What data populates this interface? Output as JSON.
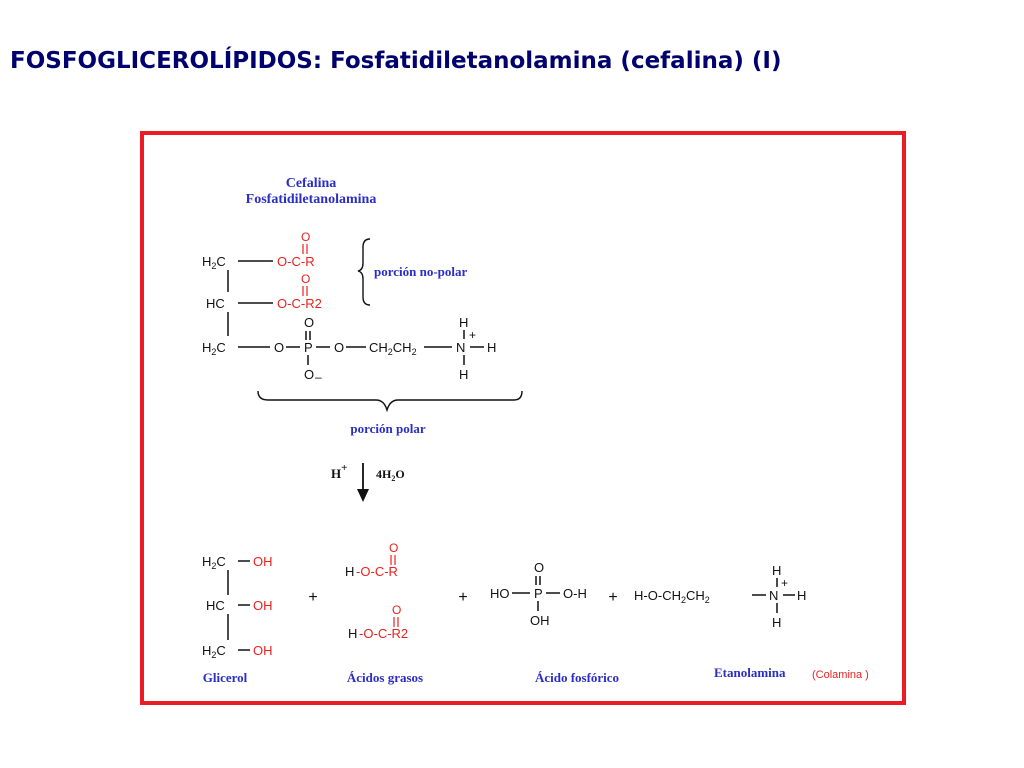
{
  "title": "FOSFOGLICEROLÍPIDOS: Fosfatidiletanolamina (cefalina) (I)",
  "colors": {
    "title": "#00006e",
    "frame": "#ec1c24",
    "ester": "#e8221e",
    "label": "#2a2ec4",
    "bond": "#111111"
  },
  "heading": {
    "line1": "Cefalina",
    "line2": "Fosfatidiletanolamina"
  },
  "braces": {
    "nonpolar": "porción no-polar",
    "polar": "porción polar"
  },
  "reaction": {
    "catalyst": "H",
    "catalyst_sup": "+",
    "water": "4H",
    "water_sub": "2",
    "water_end": "O"
  },
  "products": {
    "glycerol": "Glicerol",
    "fatty_acids": "Ácidos grasos",
    "phosphoric_acid": "Ácido fosfórico",
    "ethanolamine": "Etanolamina",
    "ethanolamine_alt": "(Colamina )"
  },
  "plus": "+",
  "atoms": {
    "H": "H",
    "C": "C",
    "O": "O",
    "N": "N",
    "P": "P",
    "sub2": "2",
    "R": "R",
    "R2": "R2",
    "OH": "OH",
    "HO": "HO",
    "minus": "–",
    "plus": "+",
    "HC": "HC",
    "CH": "CH"
  }
}
